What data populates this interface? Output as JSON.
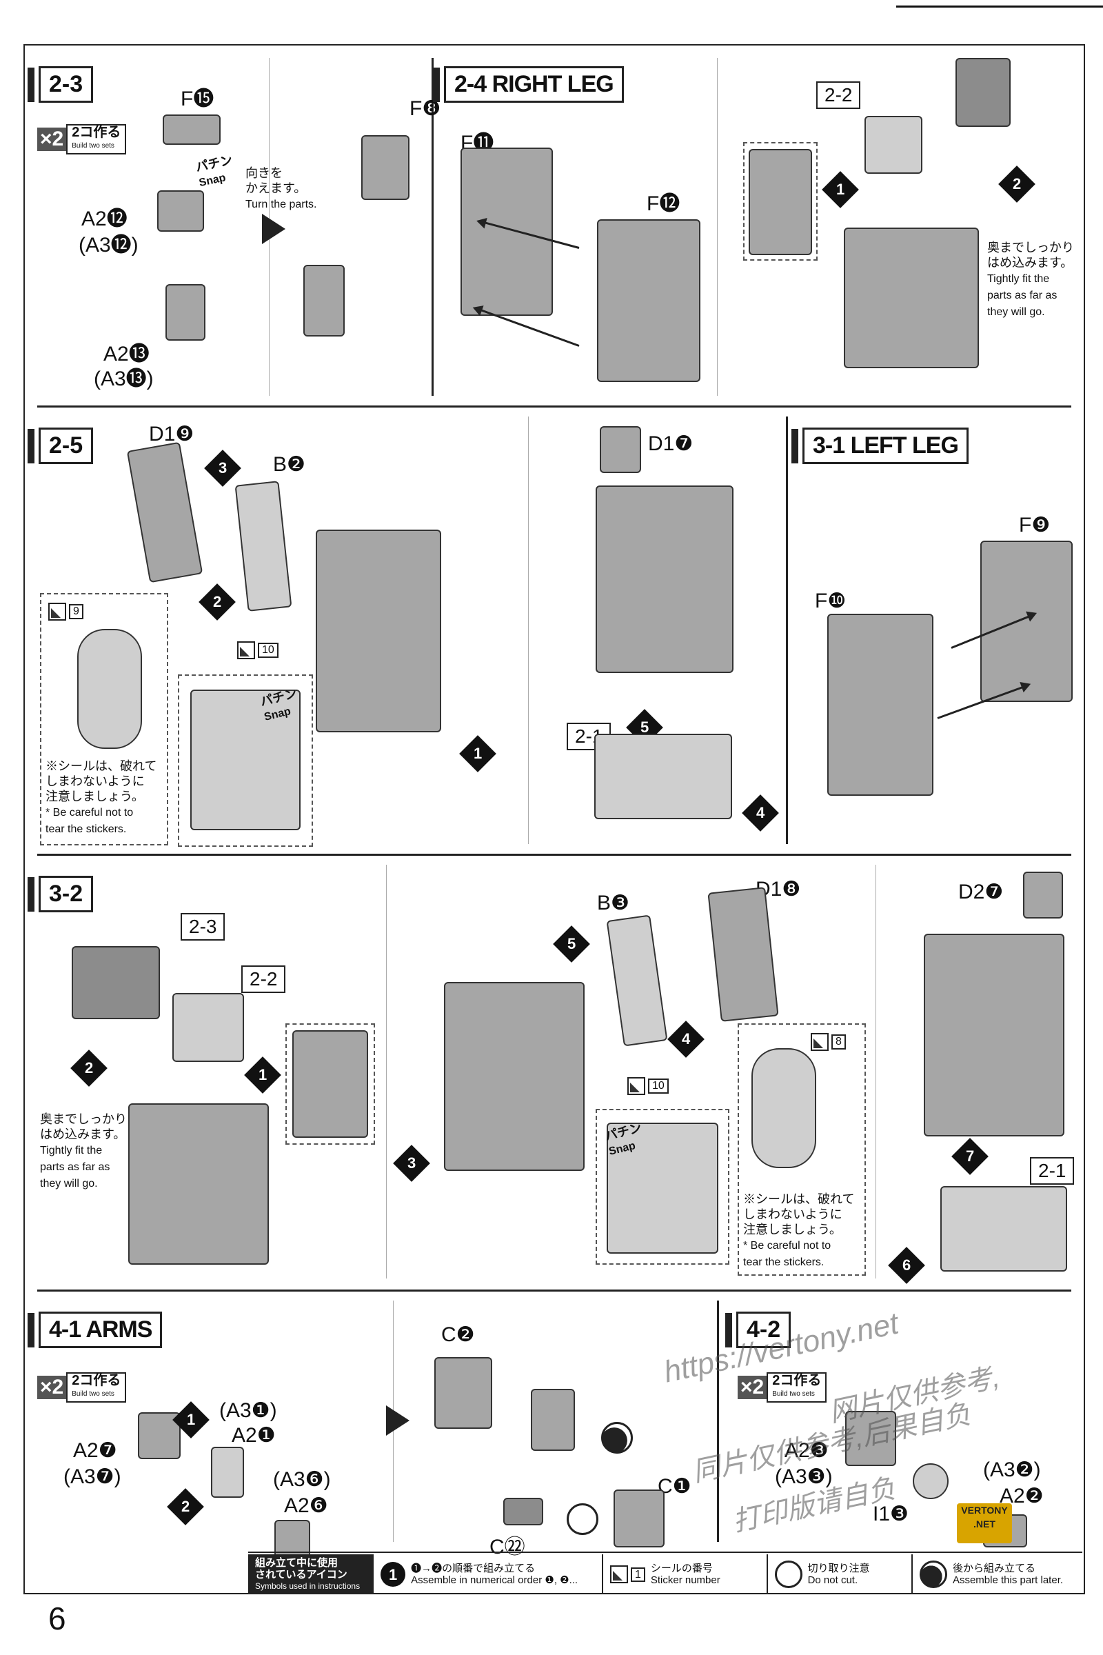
{
  "page_number": "6",
  "steps": {
    "s23": {
      "title": "2-3",
      "count": "×2",
      "build_jp": "2コ作る",
      "build_en": "Build two sets",
      "parts": [
        "F⓯",
        "A2⓬",
        "(A3⓬)",
        "A2⓭",
        "(A3⓭)",
        "F❽"
      ],
      "snap_jp": "パチン",
      "snap_en": "Snap",
      "turn_jp": "向きを\nかえます。",
      "turn_en": "Turn the parts."
    },
    "s24": {
      "title": "2-4 RIGHT LEG",
      "parts": [
        "F⓫",
        "F⓬"
      ],
      "ref": "2-2",
      "nums": [
        "1",
        "2"
      ],
      "note_jp": "奥までしっかり\nはめ込みます。",
      "note_en": "Tightly fit the\nparts as far as\nthey will go."
    },
    "s25": {
      "title": "2-5",
      "parts": [
        "D1❾",
        "B❷",
        "D1❼"
      ],
      "nums": [
        "3",
        "2",
        "1",
        "5",
        "4"
      ],
      "sticker_a": "9",
      "sticker_b": "10",
      "snap_jp": "パチン",
      "snap_en": "Snap",
      "ref": "2-1",
      "note_jp": "※シールは、破れて\nしまわないように\n注意しましょう。",
      "note_en": "* Be careful not to\ntear the stickers."
    },
    "s31": {
      "title": "3-1 LEFT LEG",
      "parts": [
        "F❾",
        "F❿"
      ]
    },
    "s32": {
      "title": "3-2",
      "ref_a": "2-3",
      "ref_b": "2-2",
      "ref_c": "2-1",
      "parts": [
        "B❸",
        "D1❽",
        "D2❼"
      ],
      "nums": [
        "2",
        "1",
        "5",
        "4",
        "3",
        "7",
        "6"
      ],
      "sticker_a": "10",
      "sticker_b": "8",
      "snap_jp": "パチン",
      "snap_en": "Snap",
      "note_jp": "奥までしっかり\nはめ込みます。",
      "note_en": "Tightly fit the\nparts as far as\nthey will go.",
      "note2_jp": "※シールは、破れて\nしまわないように\n注意しましょう。",
      "note2_en": "* Be careful not to\ntear the stickers."
    },
    "s41": {
      "title": "4-1 ARMS",
      "count": "×2",
      "build_jp": "2コ作る",
      "build_en": "Build two sets",
      "parts": [
        "(A3❶)",
        "A2❶",
        "A2❼",
        "(A3❼)",
        "(A3❻)",
        "A2❻",
        "C❷",
        "C❶",
        "C㉒"
      ],
      "nums": [
        "1",
        "2"
      ]
    },
    "s42": {
      "title": "4-2",
      "count": "×2",
      "build_jp": "2コ作る",
      "build_en": "Build two sets",
      "parts": [
        "A2❸",
        "(A3❸)",
        "(A3❷)",
        "A2❷",
        "I1❸"
      ]
    }
  },
  "watermark": {
    "url": "https://vertony.net",
    "cn1": "网片仅供参考,",
    "cn2": "同片仅供参考,后果自负",
    "cn3": "打印版请自负",
    "badge": "VERTONY\n.NET"
  },
  "legend": {
    "title_jp": "組み立て中に使用\nされているアイコン",
    "title_en": "Symbols used in instructions",
    "items": [
      {
        "icon": "1",
        "jp": "❶→❷の順番で組み立てる",
        "en": "Assemble in numerical order ❶, ❷..."
      },
      {
        "icon": "1",
        "jp": "シールの番号",
        "en": "Sticker number"
      },
      {
        "icon": "cut",
        "jp": "切り取り注意",
        "en": "Do not cut."
      },
      {
        "icon": "later",
        "jp": "後から組み立てる",
        "en": "Assemble this part later."
      }
    ]
  }
}
